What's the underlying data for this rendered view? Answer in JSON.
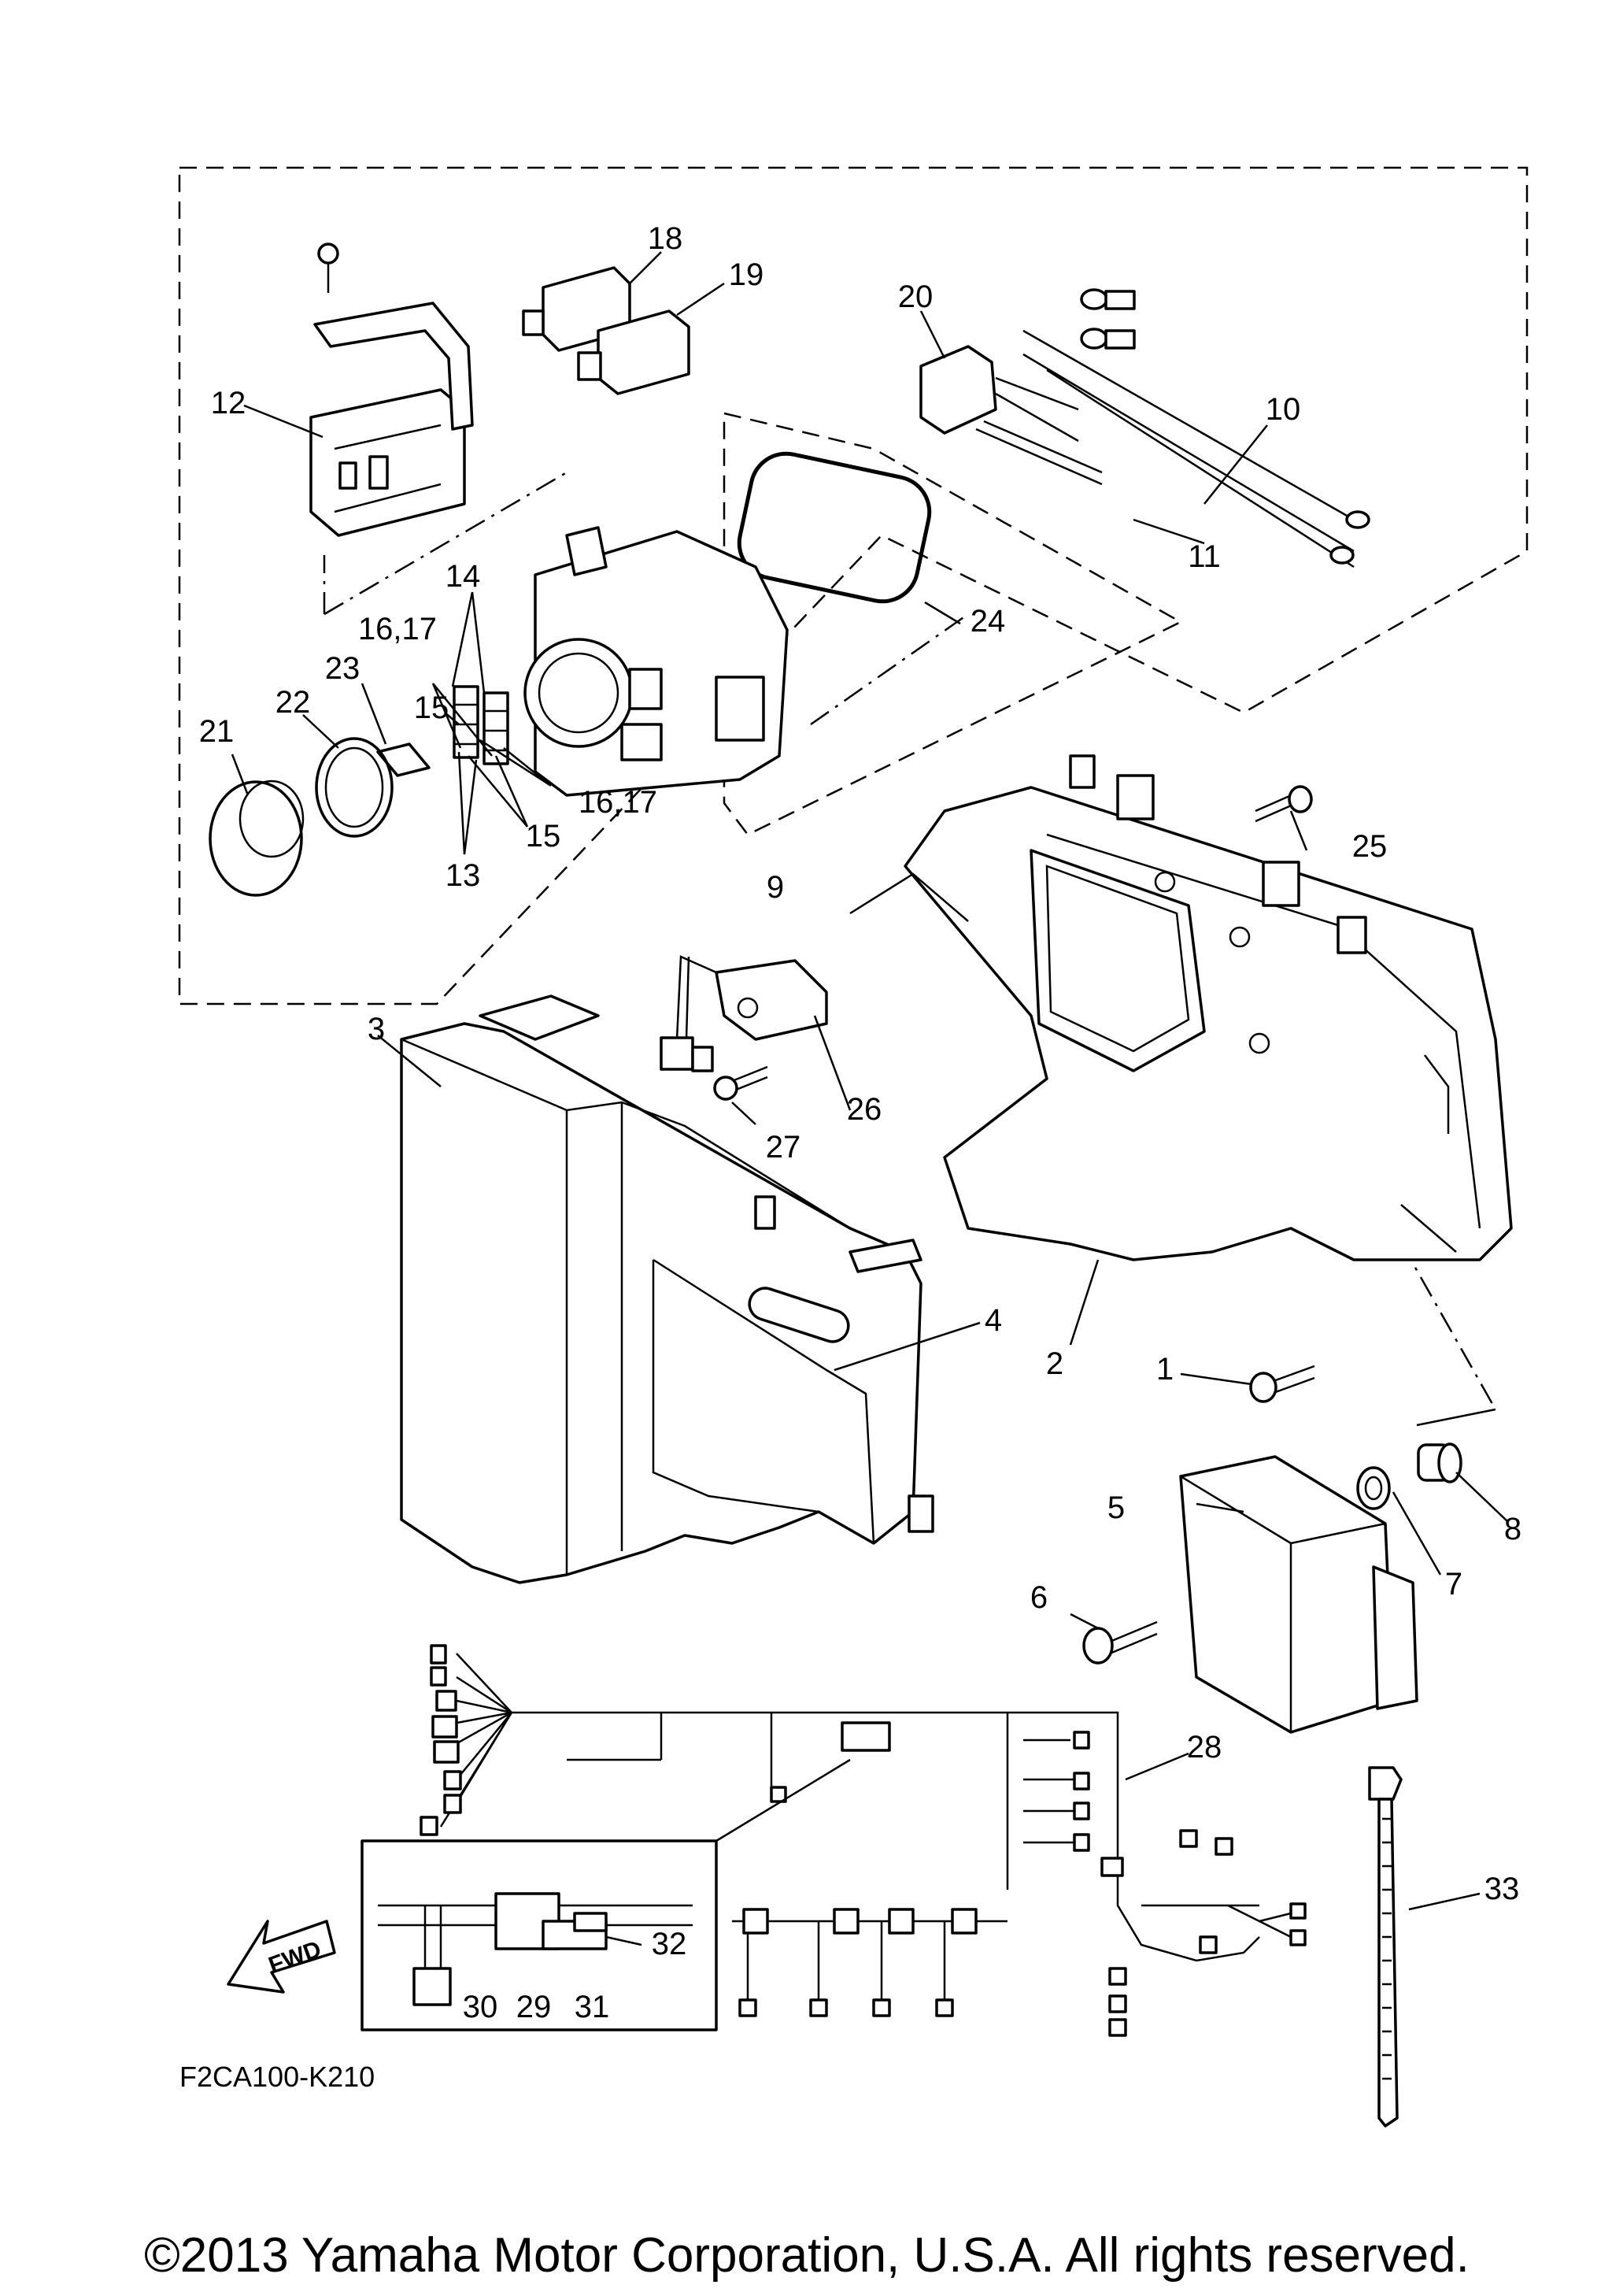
{
  "diagram_code": "F2CA100-K210",
  "copyright": "©2013 Yamaha Motor Corporation, U.S.A. All rights reserved.",
  "fwd_label": "FWD",
  "callouts": [
    {
      "id": "c1",
      "text": "1"
    },
    {
      "id": "c2",
      "text": "2"
    },
    {
      "id": "c3",
      "text": "3"
    },
    {
      "id": "c4",
      "text": "4"
    },
    {
      "id": "c5",
      "text": "5"
    },
    {
      "id": "c6",
      "text": "6"
    },
    {
      "id": "c7",
      "text": "7"
    },
    {
      "id": "c8",
      "text": "8"
    },
    {
      "id": "c9",
      "text": "9"
    },
    {
      "id": "c10",
      "text": "10"
    },
    {
      "id": "c11",
      "text": "11"
    },
    {
      "id": "c12",
      "text": "12"
    },
    {
      "id": "c13",
      "text": "13"
    },
    {
      "id": "c14",
      "text": "14"
    },
    {
      "id": "c15a",
      "text": "15"
    },
    {
      "id": "c15b",
      "text": "15"
    },
    {
      "id": "c1617a",
      "text": "16,17"
    },
    {
      "id": "c1617b",
      "text": "16,17"
    },
    {
      "id": "c18",
      "text": "18"
    },
    {
      "id": "c19",
      "text": "19"
    },
    {
      "id": "c20",
      "text": "20"
    },
    {
      "id": "c21",
      "text": "21"
    },
    {
      "id": "c22",
      "text": "22"
    },
    {
      "id": "c23",
      "text": "23"
    },
    {
      "id": "c24",
      "text": "24"
    },
    {
      "id": "c25",
      "text": "25"
    },
    {
      "id": "c26",
      "text": "26"
    },
    {
      "id": "c27",
      "text": "27"
    },
    {
      "id": "c28",
      "text": "28"
    },
    {
      "id": "c29",
      "text": "29"
    },
    {
      "id": "c30",
      "text": "30"
    },
    {
      "id": "c31",
      "text": "31"
    },
    {
      "id": "c32",
      "text": "32"
    },
    {
      "id": "c33",
      "text": "33"
    }
  ]
}
